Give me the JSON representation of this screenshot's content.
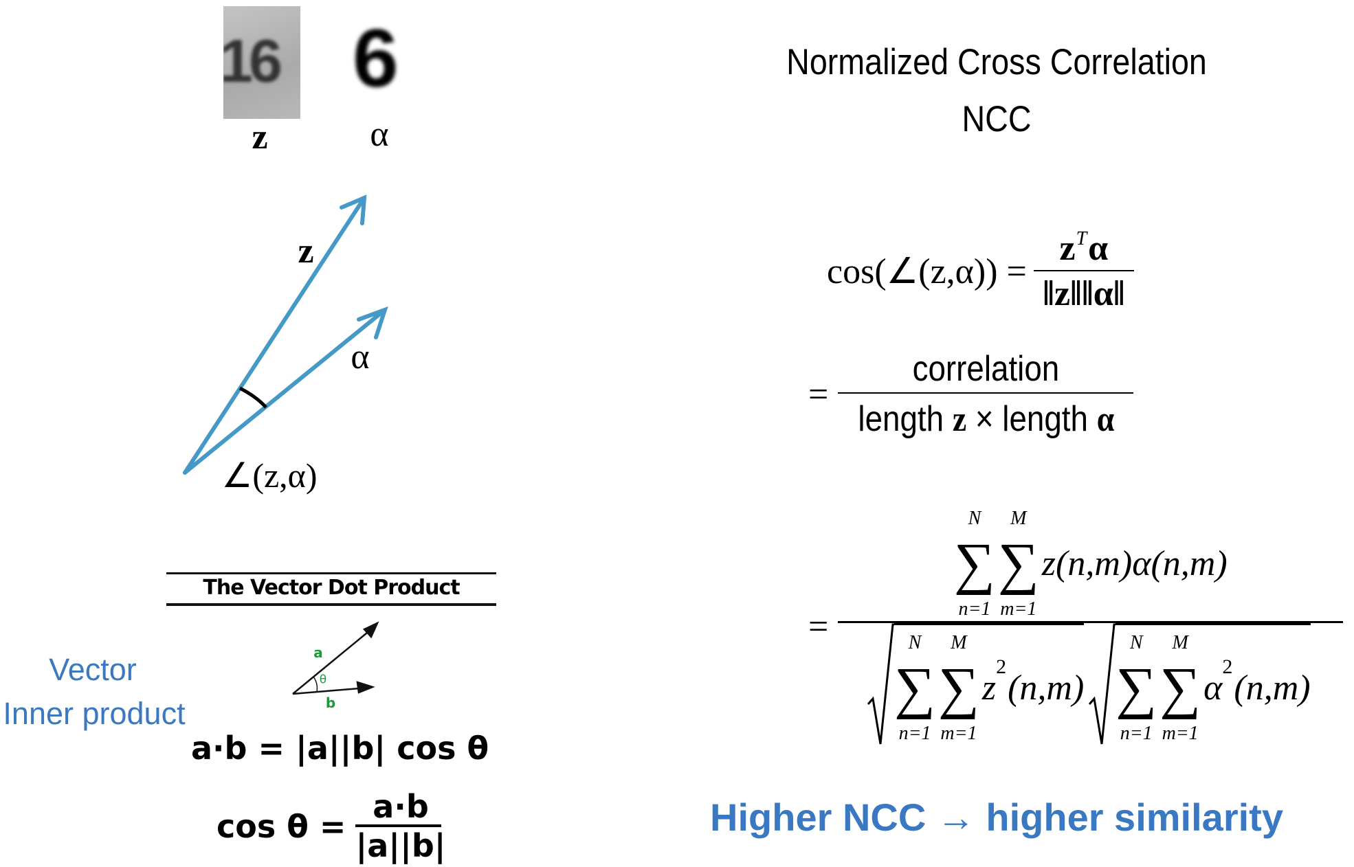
{
  "left": {
    "thumb_text": "16",
    "template_text": "6",
    "label_z": "z",
    "label_alpha": "α",
    "vec_z": "z",
    "vec_alpha": "α",
    "angle_label": "∠(z,α)",
    "dot_title": "The Vector Dot Product",
    "small_a": "a",
    "small_b": "b",
    "small_theta": "θ",
    "side_label_1": "Vector",
    "side_label_2": "Inner product",
    "eq1": "a·b = |a||b| cos θ",
    "eq2_lhs": "cos θ =",
    "eq2_num": "a·b",
    "eq2_den": "|a||b|"
  },
  "right": {
    "title": "Normalized Cross Correlation",
    "subtitle": "NCC",
    "cos_lhs": "cos(∠(z,α)) =",
    "cos_num_z": "z",
    "cos_num_T": "T",
    "cos_num_alpha": "α",
    "cos_den": "‖z‖‖α‖",
    "eq_sign": "=",
    "corr_num": "correlation",
    "corr_den_1": "length ",
    "corr_den_z": "z",
    "corr_den_2": " × length ",
    "corr_den_alpha": "α",
    "sum": {
      "symbol": "∑",
      "upper_n": "N",
      "upper_m": "M",
      "lower_n": "n=1",
      "lower_m": "m=1"
    },
    "num_term": "z(n,m)α(n,m)",
    "den1_base": "z",
    "den2_base": "α",
    "exp": "2",
    "args": "(n,m)",
    "conclusion": "Higher NCC → higher similarity"
  },
  "colors": {
    "accent_blue": "#3a78c2",
    "vector_blue": "#4499c6",
    "label_green": "#1c9a3c"
  }
}
